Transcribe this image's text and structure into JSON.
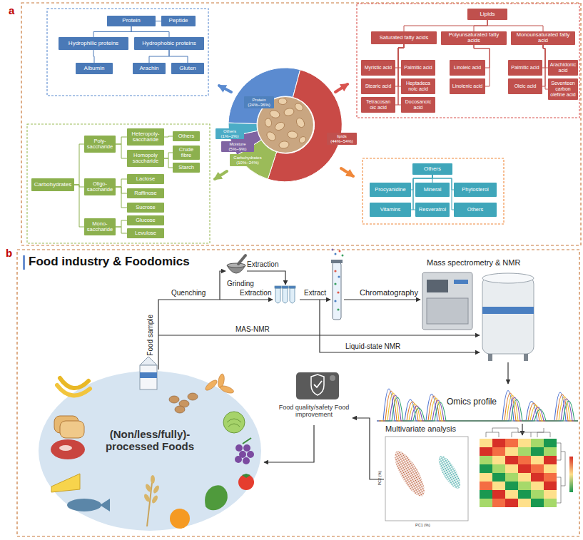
{
  "diagram": {
    "nodes": [
      {
        "text": [
          "Protein"
        ]
      },
      {
        "text": [
          "Peptide"
        ]
      },
      {
        "text": [
          "Hydrophilic proteins"
        ]
      },
      {
        "text": [
          "Hydrophobic proteins"
        ]
      },
      {
        "text": [
          "Albumin"
        ]
      },
      {
        "text": [
          "Arachin"
        ]
      },
      {
        "text": [
          "Gluten"
        ]
      },
      {
        "text": [
          "Lipids"
        ]
      },
      {
        "text": [
          "Saturated fatty acids"
        ]
      },
      {
        "text": [
          "Polyunsaturated fatty acids"
        ]
      },
      {
        "text": [
          "Monounsaturated fatty acid"
        ]
      },
      {
        "text": [
          "Myristic acid"
        ]
      },
      {
        "text": [
          "Palmitic acid"
        ]
      },
      {
        "text": [
          "Stearic acid"
        ]
      },
      {
        "text": [
          "Heptadeca noic acid"
        ]
      },
      {
        "text": [
          "Tetracosan oic acid"
        ]
      },
      {
        "text": [
          "Docosanoic acid"
        ]
      },
      {
        "text": [
          "Linoleic acid"
        ]
      },
      {
        "text": [
          "Linolenic acid"
        ]
      },
      {
        "text": [
          "Palmitic acid"
        ]
      },
      {
        "text": [
          "Arachidonic acid"
        ]
      },
      {
        "text": [
          "Oleic acid"
        ]
      },
      {
        "text": [
          "Seventeen carbon olefine acid"
        ]
      },
      {
        "text": [
          "Protein (24%~36%)"
        ]
      },
      {
        "text": [
          "Others (1%~2%)"
        ]
      },
      {
        "text": [
          "Moisture (5%~9%)"
        ]
      },
      {
        "text": [
          "Carbohydrates (10%~24%)"
        ]
      },
      {
        "text": [
          "lipids (44%~54%)"
        ]
      },
      {
        "text": [
          "Carbohydrates"
        ]
      },
      {
        "text": [
          "Poly- saccharide"
        ]
      },
      {
        "text": [
          "Heteropoly- saccharide"
        ]
      },
      {
        "text": [
          "Others"
        ]
      },
      {
        "text": [
          "Homopoly saccharide"
        ]
      },
      {
        "text": [
          "Crude fibre"
        ]
      },
      {
        "text": [
          "Starch"
        ]
      },
      {
        "text": [
          "Oligo- saccharide"
        ]
      },
      {
        "text": [
          "Lactose"
        ]
      },
      {
        "text": [
          "Raffinose"
        ]
      },
      {
        "text": [
          "Sucrose"
        ]
      },
      {
        "text": [
          "Mono- saccharide"
        ]
      },
      {
        "text": [
          "Glucose"
        ]
      },
      {
        "text": [
          "Levulose"
        ]
      },
      {
        "text": [
          "Others"
        ]
      },
      {
        "text": [
          "Procyanidine"
        ]
      },
      {
        "text": [
          "Mineral"
        ]
      },
      {
        "text": [
          "Phytosterol"
        ]
      },
      {
        "text": [
          "Vitamins"
        ]
      },
      {
        "text": [
          "Resveratrol"
        ]
      },
      {
        "text": [
          "Others"
        ]
      }
    ],
    "edges": [
      {
        "from": 0,
        "to": 1,
        "arrow": "none"
      },
      {
        "from": 0,
        "to": 2,
        "arrow": "none"
      },
      {
        "from": 0,
        "to": 3,
        "arrow": "none"
      },
      {
        "from": 2,
        "to": 4,
        "arrow": "none"
      },
      {
        "from": 3,
        "to": 5,
        "arrow": "none"
      },
      {
        "from": 3,
        "to": 6,
        "arrow": "none"
      },
      {
        "from": 7,
        "to": 8,
        "arrow": "none"
      },
      {
        "from": 7,
        "to": 9,
        "arrow": "none"
      },
      {
        "from": 7,
        "to": 10,
        "arrow": "none"
      },
      {
        "from": 8,
        "to": 11,
        "arrow": "none"
      },
      {
        "from": 8,
        "to": 12,
        "arrow": "none"
      },
      {
        "from": 8,
        "to": 13,
        "arrow": "none"
      },
      {
        "from": 8,
        "to": 14,
        "arrow": "none"
      },
      {
        "from": 8,
        "to": 15,
        "arrow": "none"
      },
      {
        "from": 8,
        "to": 16,
        "arrow": "none"
      },
      {
        "from": 9,
        "to": 17,
        "arrow": "none"
      },
      {
        "from": 9,
        "to": 18,
        "arrow": "none"
      },
      {
        "from": 10,
        "to": 19,
        "arrow": "none"
      },
      {
        "from": 10,
        "to": 20,
        "arrow": "none"
      },
      {
        "from": 10,
        "to": 21,
        "arrow": "none"
      },
      {
        "from": 10,
        "to": 22,
        "arrow": "none"
      },
      {
        "from": 28,
        "to": 29,
        "arrow": "none"
      },
      {
        "from": 28,
        "to": 35,
        "arrow": "none"
      },
      {
        "from": 28,
        "to": 39,
        "arrow": "none"
      },
      {
        "from": 29,
        "to": 30,
        "arrow": "none"
      },
      {
        "from": 29,
        "to": 32,
        "arrow": "none"
      },
      {
        "from": 30,
        "to": 31,
        "arrow": "none"
      },
      {
        "from": 32,
        "to": 33,
        "arrow": "none"
      },
      {
        "from": 32,
        "to": 34,
        "arrow": "none"
      },
      {
        "from": 35,
        "to": 36,
        "arrow": "none"
      },
      {
        "from": 35,
        "to": 37,
        "arrow": "none"
      },
      {
        "from": 35,
        "to": 38,
        "arrow": "none"
      },
      {
        "from": 39,
        "to": 40,
        "arrow": "none"
      },
      {
        "from": 39,
        "to": 41,
        "arrow": "none"
      },
      {
        "from": 42,
        "to": 43,
        "arrow": "none"
      },
      {
        "from": 42,
        "to": 44,
        "arrow": "none"
      },
      {
        "from": 42,
        "to": 45,
        "arrow": "none"
      },
      {
        "from": 42,
        "to": 46,
        "arrow": "none"
      },
      {
        "from": 42,
        "to": 47,
        "arrow": "none"
      },
      {
        "from": 42,
        "to": 48,
        "arrow": "none"
      }
    ],
    "labels": [
      "a",
      "b",
      "Food industry & Foodomics",
      "Extraction",
      "Grinding",
      "Quenching",
      "Extraction",
      "Extract",
      "Chromatography",
      "Mass spectrometry & NMR",
      "Food sample",
      "MAS-NMR",
      "Liquid-state NMR",
      "Omics profile",
      "Food quality/safety Food improvement",
      "Multivariate analysis",
      "(Non/less/fully)-processed Foods",
      "PC2 (%)",
      "PC1 (%)"
    ]
  }
}
